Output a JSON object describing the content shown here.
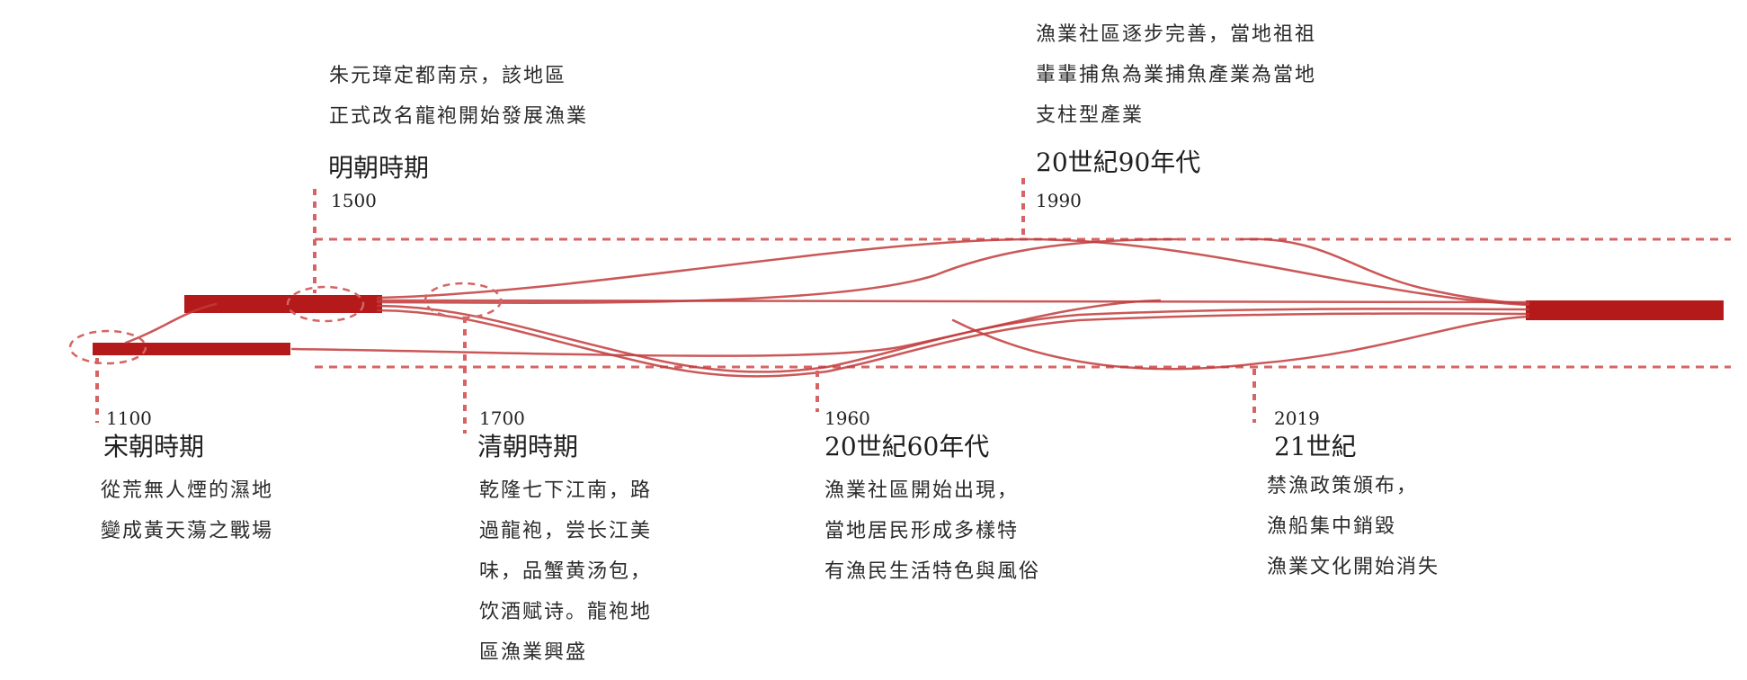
{
  "colors": {
    "accent": "#b51a1a",
    "line": "#c23b3b",
    "dash": "#d66464",
    "text": "#222222"
  },
  "milestones": [
    {
      "id": "song",
      "year": "1100",
      "era": "宋朝時期",
      "desc": [
        "從荒無人煙的濕地",
        "變成黃天蕩之戰場"
      ]
    },
    {
      "id": "ming",
      "year": "1500",
      "era": "明朝時期",
      "desc": [
        "朱元璋定都南京，該地區",
        "正式改名龍袍開始發展漁業"
      ]
    },
    {
      "id": "qing",
      "year": "1700",
      "era": "清朝時期",
      "desc": [
        "乾隆七下江南，路",
        "過龍袍，尝长江美",
        "味，品蟹黄汤包，",
        "饮酒赋诗。龍袍地",
        "區漁業興盛"
      ]
    },
    {
      "id": "s60",
      "year": "1960",
      "era": "20世紀60年代",
      "desc": [
        "漁業社區開始出現，",
        "當地居民形成多樣特",
        "有漁民生活特色與風俗"
      ]
    },
    {
      "id": "s90",
      "year": "1990",
      "era": "20世紀90年代",
      "desc": [
        "漁業社區逐步完善，當地祖祖",
        "輩輩捕魚為業捕魚產業為當地",
        "支柱型產業"
      ]
    },
    {
      "id": "c21",
      "year": "2019",
      "era": "21世紀",
      "desc": [
        "禁漁政策頒布，",
        "漁船集中銷毀",
        "漁業文化開始消失"
      ]
    }
  ]
}
